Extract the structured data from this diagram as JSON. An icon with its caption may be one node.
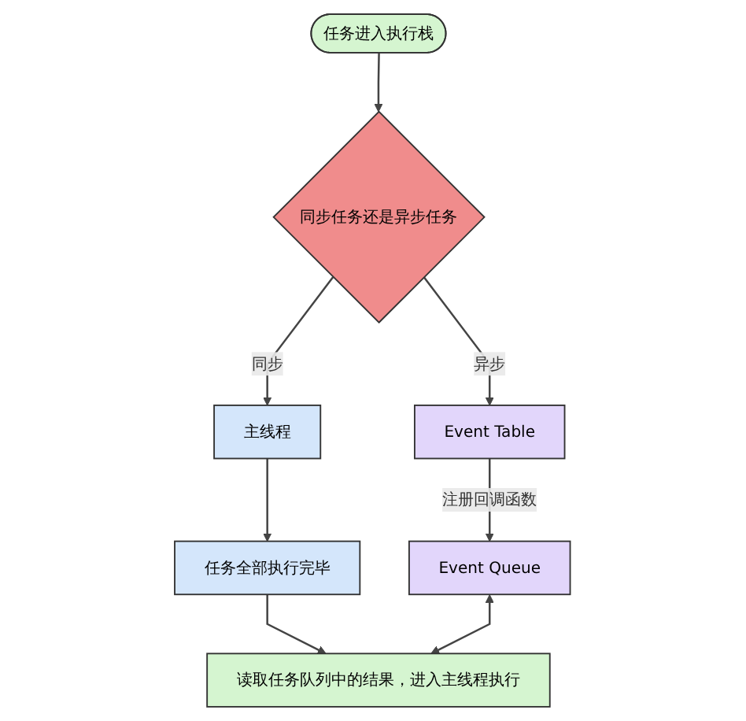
{
  "diagram": {
    "nodes": [
      {
        "text": [
          "任务进入执行栈"
        ]
      },
      {
        "text": [
          "同步任务还是异步任务"
        ]
      },
      {
        "text": [
          "主线程"
        ]
      },
      {
        "text": [
          "Event Table"
        ]
      },
      {
        "text": [
          "任务全部执行完毕"
        ]
      },
      {
        "text": [
          "Event Queue"
        ]
      },
      {
        "text": [
          "读取任务队列中的结果，进入主线程执行"
        ]
      }
    ],
    "edges": [
      {
        "from": 0,
        "to": 1,
        "arrow": "to"
      },
      {
        "from": 1,
        "to": 2,
        "arrow": "to",
        "label": "同步"
      },
      {
        "from": 1,
        "to": 3,
        "arrow": "to",
        "label": "异步"
      },
      {
        "from": 2,
        "to": 4,
        "arrow": "to"
      },
      {
        "from": 3,
        "to": 5,
        "arrow": "to",
        "label": "注册回调函数"
      },
      {
        "from": 4,
        "to": 6,
        "arrow": "to"
      },
      {
        "from": 5,
        "to": 6,
        "arrow": "both"
      }
    ]
  }
}
